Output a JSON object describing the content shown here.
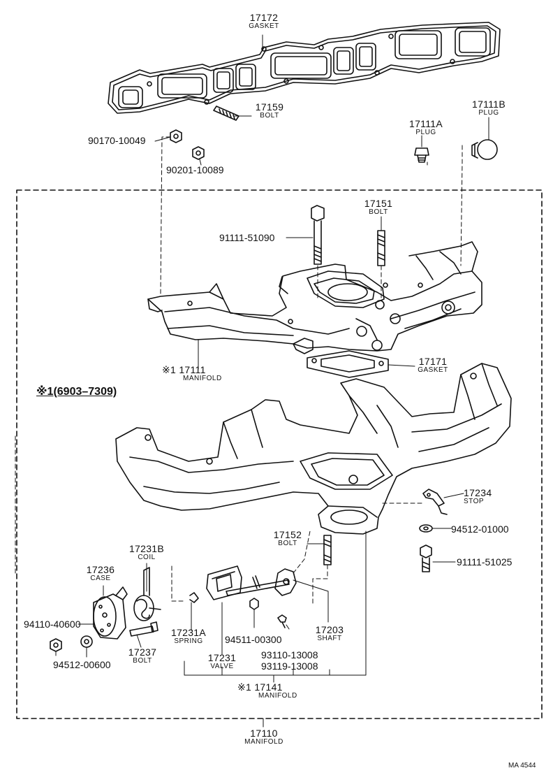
{
  "range_label": "※1(6903–7309)",
  "drawing_ref": "MA 4544",
  "parts": {
    "p17172": {
      "number": "17172",
      "name": "GASKET"
    },
    "p17159": {
      "number": "17159",
      "name": "BOLT"
    },
    "p17111b": {
      "number": "17111B",
      "name": "PLUG"
    },
    "p17111a": {
      "number": "17111A",
      "name": "PLUG"
    },
    "p90170": {
      "number": "90170-10049"
    },
    "p90201": {
      "number": "90201-10089"
    },
    "p17151": {
      "number": "17151",
      "name": "BOLT"
    },
    "p91111_51090": {
      "number": "91111-51090"
    },
    "p17111": {
      "prefix": "※1",
      "number": "17111",
      "name": "MANIFOLD"
    },
    "p17171": {
      "number": "17171",
      "name": "GASKET"
    },
    "p17234": {
      "number": "17234",
      "name": "STOP"
    },
    "p94512_01000": {
      "number": "94512-01000"
    },
    "p17152": {
      "number": "17152",
      "name": "BOLT"
    },
    "p91111_51025": {
      "number": "91111-51025"
    },
    "p17231b": {
      "number": "17231B",
      "name": "COIL"
    },
    "p17236": {
      "number": "17236",
      "name": "CASE"
    },
    "p94110": {
      "number": "94110-40600"
    },
    "p17237": {
      "number": "17237",
      "name": "BOLT"
    },
    "p94512_00600": {
      "number": "94512-00600"
    },
    "p17231a": {
      "number": "17231A",
      "name": "SPRING"
    },
    "p94511": {
      "number": "94511-00300"
    },
    "p17203": {
      "number": "17203",
      "name": "SHAFT"
    },
    "p93110": {
      "number": "93110-13008"
    },
    "p93119": {
      "number": "93119-13008"
    },
    "p17231": {
      "number": "17231",
      "name": "VALVE"
    },
    "p17141": {
      "prefix": "※1",
      "number": "17141",
      "name": "MANIFOLD"
    },
    "p17110": {
      "number": "17110",
      "name": "MANIFOLD"
    }
  }
}
